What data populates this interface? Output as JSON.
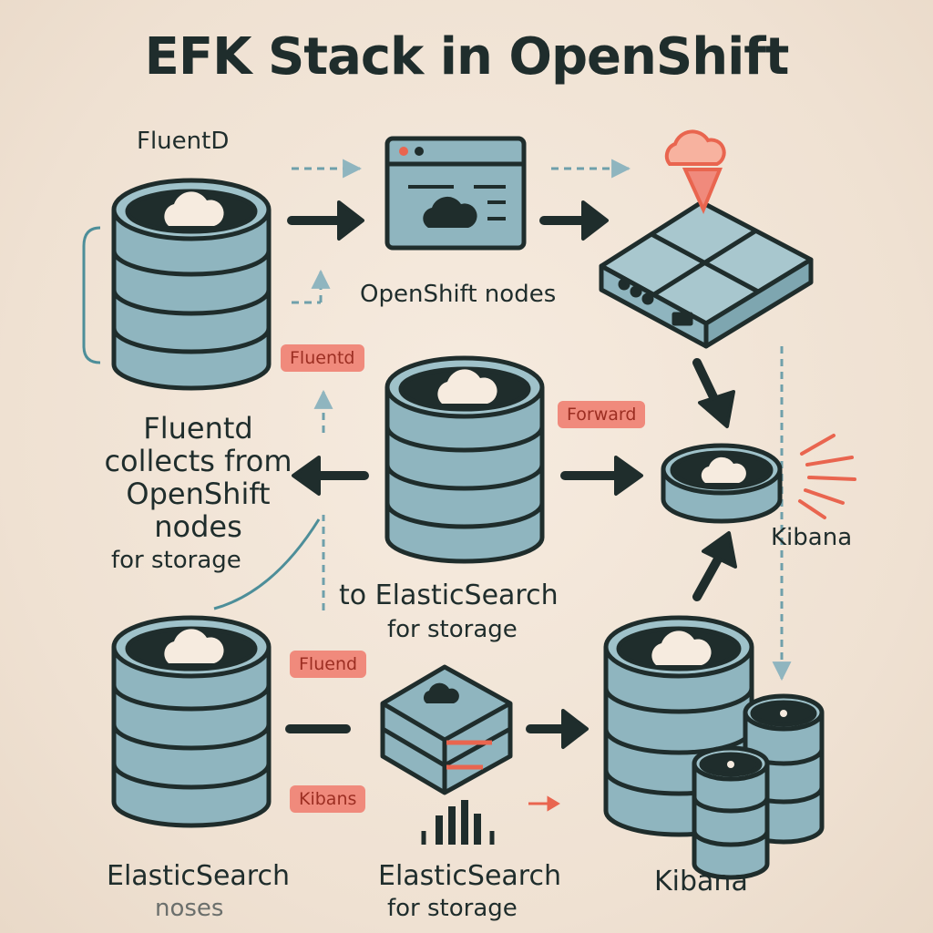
{
  "title": "EFK Stack in OpenShift",
  "labels": {
    "fluentd_top": "FluentD",
    "openshift_nodes": "OpenShift nodes",
    "desc_line1": "Fluentd",
    "desc_line2": "collects from",
    "desc_line3": "OpenShift",
    "desc_line4": "nodes",
    "desc_line5": "for storage",
    "center_line1": "to ElasticSearch",
    "center_line2": "for storage",
    "kibana_right": "Kibana",
    "es_left": "ElasticSearch",
    "es_left_sub": "noses",
    "es_center_line1": "ElasticSearch",
    "es_center_line2": "for storage",
    "kibana_bottom": "Kibana"
  },
  "tags": {
    "fluentd": "Fluentd",
    "forward": "Forward",
    "fluentd_lower": "Fluend",
    "kibana": "Kibans"
  },
  "colors": {
    "ink": "#1f2d2c",
    "cylinder": "#8fb5bf",
    "tag": "#f08a7c",
    "accent": "#e9654f",
    "background": "#f1e4d6"
  }
}
